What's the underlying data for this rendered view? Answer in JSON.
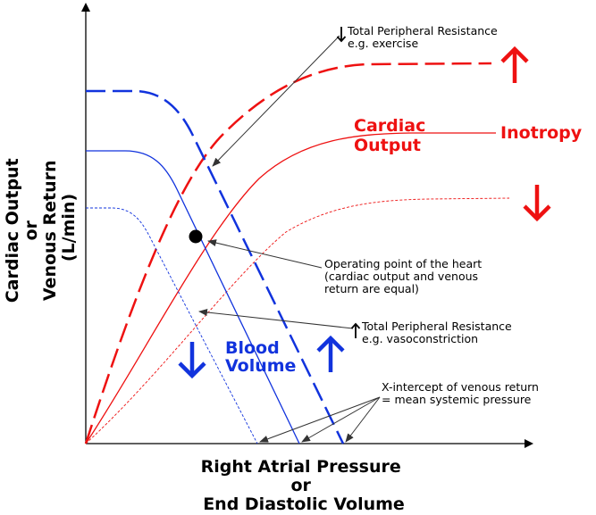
{
  "axes": {
    "x_title": [
      "Right Atrial Pressure",
      "or",
      "End Diastolic Volume"
    ],
    "y_title": [
      "Cardiac Output",
      "or",
      "Venous Return",
      "(L/min)"
    ]
  },
  "labels": {
    "cardiac_output": [
      "Cardiac",
      "Output"
    ],
    "inotropy": "Inotropy",
    "blood_volume": [
      "Blood",
      "Volume"
    ]
  },
  "annotations": {
    "tpr_exercise": [
      "Total Peripheral Resistance",
      "e.g. exercise"
    ],
    "operating_point": [
      "Operating point of the heart",
      "(cardiac output and venous",
      "return are equal)"
    ],
    "tpr_vasoconstriction": [
      "Total Peripheral Resistance",
      "e.g. vasoconstriction"
    ],
    "x_intercept": [
      "X-intercept of venous return",
      "= mean systemic pressure"
    ]
  },
  "colors": {
    "cardiac_output_curve": "#ee1111",
    "venous_return_curve": "#1133dd",
    "axis": "#000000",
    "pointer": "#333333"
  },
  "icons": {
    "inotropy_increase": "arrow-up-icon",
    "inotropy_decrease": "arrow-down-icon",
    "blood_volume_decrease": "arrow-down-icon",
    "blood_volume_increase": "arrow-up-icon",
    "tpr_decrease": "arrow-down-icon",
    "tpr_increase": "arrow-up-icon"
  }
}
